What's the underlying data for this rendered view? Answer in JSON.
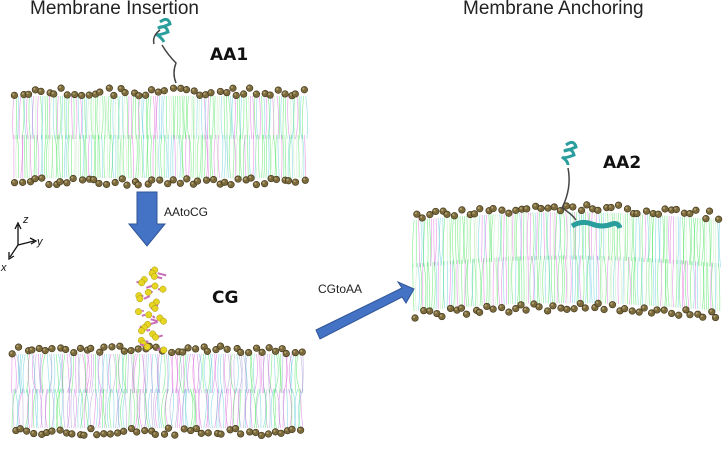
{
  "titles": {
    "left": "Membrane Insertion",
    "right": "Membrane Anchoring"
  },
  "labels": {
    "aa1": "AA1",
    "aa2": "AA2",
    "cg": "CG"
  },
  "arrows": {
    "down": "AAtoCG",
    "diagonal": "CGtoAA"
  },
  "axes": {
    "z": "z",
    "y": "y",
    "x": "x"
  },
  "colors": {
    "arrow": "#4472c4",
    "headgroup": "#7a6a3c",
    "protein": "#2a9d9d",
    "cg_bead": "#e6d623",
    "lipid_green": "#35e04a",
    "lipid_pink": "#d85ad8",
    "lipid_cyan": "#4cc6d6"
  }
}
